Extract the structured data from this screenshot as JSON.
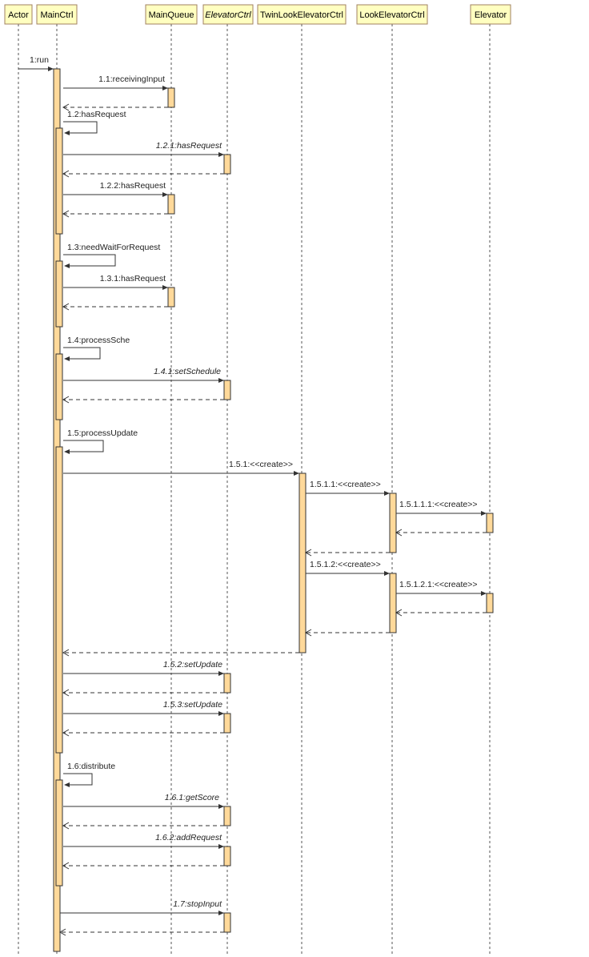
{
  "participants": [
    {
      "id": "actor",
      "label": "Actor",
      "italic": false
    },
    {
      "id": "mainctrl",
      "label": "MainCtrl",
      "italic": false
    },
    {
      "id": "mainqueue",
      "label": "MainQueue",
      "italic": false
    },
    {
      "id": "elevatorctrl",
      "label": "ElevatorCtrl",
      "italic": true
    },
    {
      "id": "twinlook",
      "label": "TwinLookElevatorCtrl",
      "italic": false
    },
    {
      "id": "look",
      "label": "LookElevatorCtrl",
      "italic": false
    },
    {
      "id": "elevator",
      "label": "Elevator",
      "italic": false
    }
  ],
  "messages": [
    {
      "label": "1:run",
      "from": "actor",
      "to": "mainctrl",
      "kind": "call",
      "italic": false
    },
    {
      "label": "1.1:receivingInput",
      "from": "mainctrl",
      "to": "mainqueue",
      "kind": "call",
      "italic": false
    },
    {
      "label": "1.2:hasRequest",
      "from": "mainctrl",
      "to": "mainctrl",
      "kind": "self",
      "italic": false
    },
    {
      "label": "1.2.1:hasRequest",
      "from": "mainctrl",
      "to": "elevatorctrl",
      "kind": "call",
      "italic": true
    },
    {
      "label": "1.2.2:hasRequest",
      "from": "mainctrl",
      "to": "mainqueue",
      "kind": "call",
      "italic": false
    },
    {
      "label": "1.3:needWaitForRequest",
      "from": "mainctrl",
      "to": "mainctrl",
      "kind": "self",
      "italic": false
    },
    {
      "label": "1.3.1:hasRequest",
      "from": "mainctrl",
      "to": "mainqueue",
      "kind": "call",
      "italic": false
    },
    {
      "label": "1.4:processSche",
      "from": "mainctrl",
      "to": "mainctrl",
      "kind": "self",
      "italic": false
    },
    {
      "label": "1.4.1:setSchedule",
      "from": "mainctrl",
      "to": "elevatorctrl",
      "kind": "call",
      "italic": true
    },
    {
      "label": "1.5:processUpdate",
      "from": "mainctrl",
      "to": "mainctrl",
      "kind": "self",
      "italic": false
    },
    {
      "label": "1.5.1:<<create>>",
      "from": "mainctrl",
      "to": "twinlook",
      "kind": "call",
      "italic": false
    },
    {
      "label": "1.5.1.1:<<create>>",
      "from": "twinlook",
      "to": "look",
      "kind": "call",
      "italic": false
    },
    {
      "label": "1.5.1.1.1:<<create>>",
      "from": "look",
      "to": "elevator",
      "kind": "call",
      "italic": false
    },
    {
      "label": "1.5.1.2:<<create>>",
      "from": "twinlook",
      "to": "look",
      "kind": "call",
      "italic": false
    },
    {
      "label": "1.5.1.2.1:<<create>>",
      "from": "look",
      "to": "elevator",
      "kind": "call",
      "italic": false
    },
    {
      "label": "1.5.2:setUpdate",
      "from": "mainctrl",
      "to": "elevatorctrl",
      "kind": "call",
      "italic": true
    },
    {
      "label": "1.5.3:setUpdate",
      "from": "mainctrl",
      "to": "elevatorctrl",
      "kind": "call",
      "italic": true
    },
    {
      "label": "1.6:distribute",
      "from": "mainctrl",
      "to": "mainctrl",
      "kind": "self",
      "italic": false
    },
    {
      "label": "1.6.1:getScore",
      "from": "mainctrl",
      "to": "elevatorctrl",
      "kind": "call",
      "italic": true
    },
    {
      "label": "1.6.2:addRequest",
      "from": "mainctrl",
      "to": "elevatorctrl",
      "kind": "call",
      "italic": true
    },
    {
      "label": "1.7:stopInput",
      "from": "mainctrl",
      "to": "elevatorctrl",
      "kind": "call",
      "italic": true
    }
  ]
}
